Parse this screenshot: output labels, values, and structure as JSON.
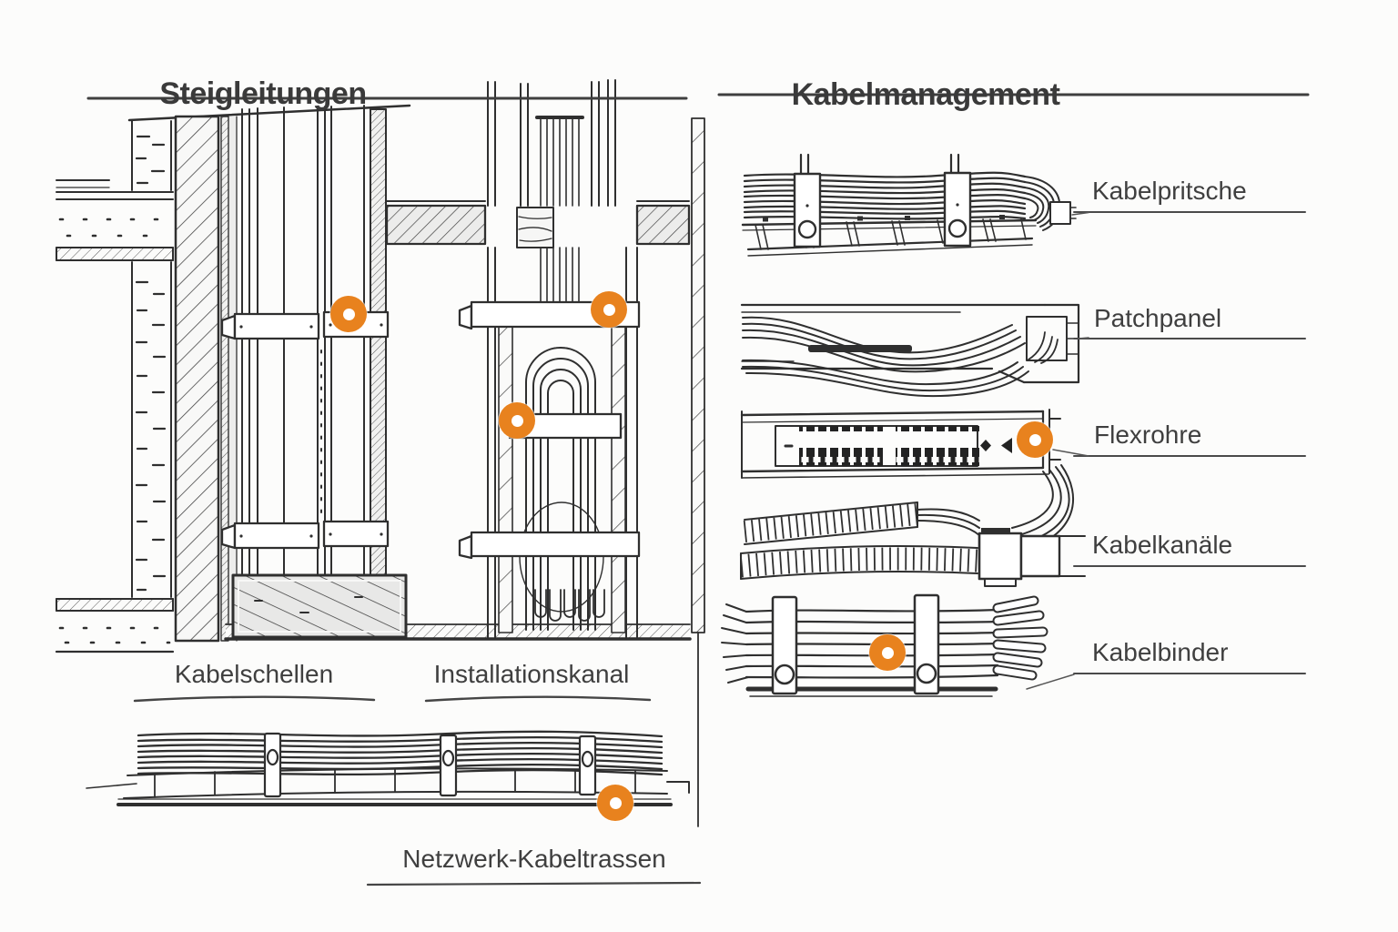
{
  "canvas": {
    "background": "#fcfcfb",
    "line_color": "#2f2f2f",
    "accent_color": "#E8821E"
  },
  "sections": {
    "steigleitungen": {
      "title": "Steigleitungen",
      "labels": {
        "kabelschellen": "Kabelschellen",
        "installationskanal": "Installationskanal",
        "netzwerk_kabeltrassen": "Netzwerk-Kabeltrassen"
      }
    },
    "kabelmanagement": {
      "title": "Kabelmanagement",
      "items": [
        {
          "label": "Kabelpritsche"
        },
        {
          "label": "Patchpanel"
        },
        {
          "label": "Flexrohre"
        },
        {
          "label": "Kabelkanäle"
        },
        {
          "label": "Kabelbinder"
        }
      ]
    }
  },
  "hotspots": {
    "color": "#E8821E",
    "count": 6
  }
}
